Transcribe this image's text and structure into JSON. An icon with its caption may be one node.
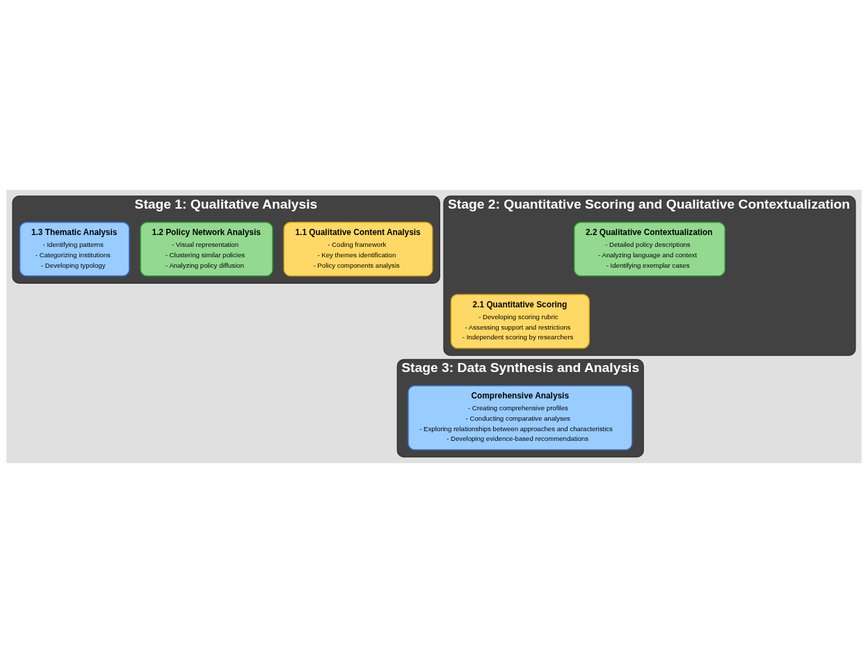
{
  "diagram": {
    "nodes": [
      {
        "text": [
          "Stage 1: Qualitative Analysis"
        ]
      },
      {
        "text": [
          "1.1 Qualitative Content Analysis",
          "- Coding framework",
          "- Key themes identification",
          "- Policy components analysis"
        ],
        "in": 0
      },
      {
        "text": [
          "1.2 Policy Network Analysis",
          "- Visual representation",
          "- Clustering similar policies",
          "- Analyzing policy diffusion"
        ],
        "in": 0
      },
      {
        "text": [
          "1.3 Thematic Analysis",
          "- Identifying patterns",
          "- Categorizing institutions",
          "- Developing typology"
        ],
        "in": 0
      },
      {
        "text": [
          "Stage 2: Quantitative Scoring and Qualitative Contextualization"
        ]
      },
      {
        "text": [
          "2.1 Quantitative Scoring",
          "- Developing scoring rubric",
          "- Assessing support and restrictions",
          "- Independent scoring by researchers"
        ],
        "in": 4
      },
      {
        "text": [
          "2.2 Qualitative Contextualization",
          "- Detailed policy descriptions",
          "- Analyzing language and context",
          "- Identifying exemplar cases"
        ],
        "in": 4
      },
      {
        "text": [
          "Stage 3: Data Synthesis and Analysis"
        ]
      },
      {
        "text": [
          "Comprehensive Analysis",
          "- Creating comprehensive profiles",
          "- Conducting comparative analyses",
          "- Exploring relationships between approaches and characteristics",
          "- Developing evidence-based recommendations"
        ],
        "in": 7
      }
    ],
    "edges": []
  }
}
